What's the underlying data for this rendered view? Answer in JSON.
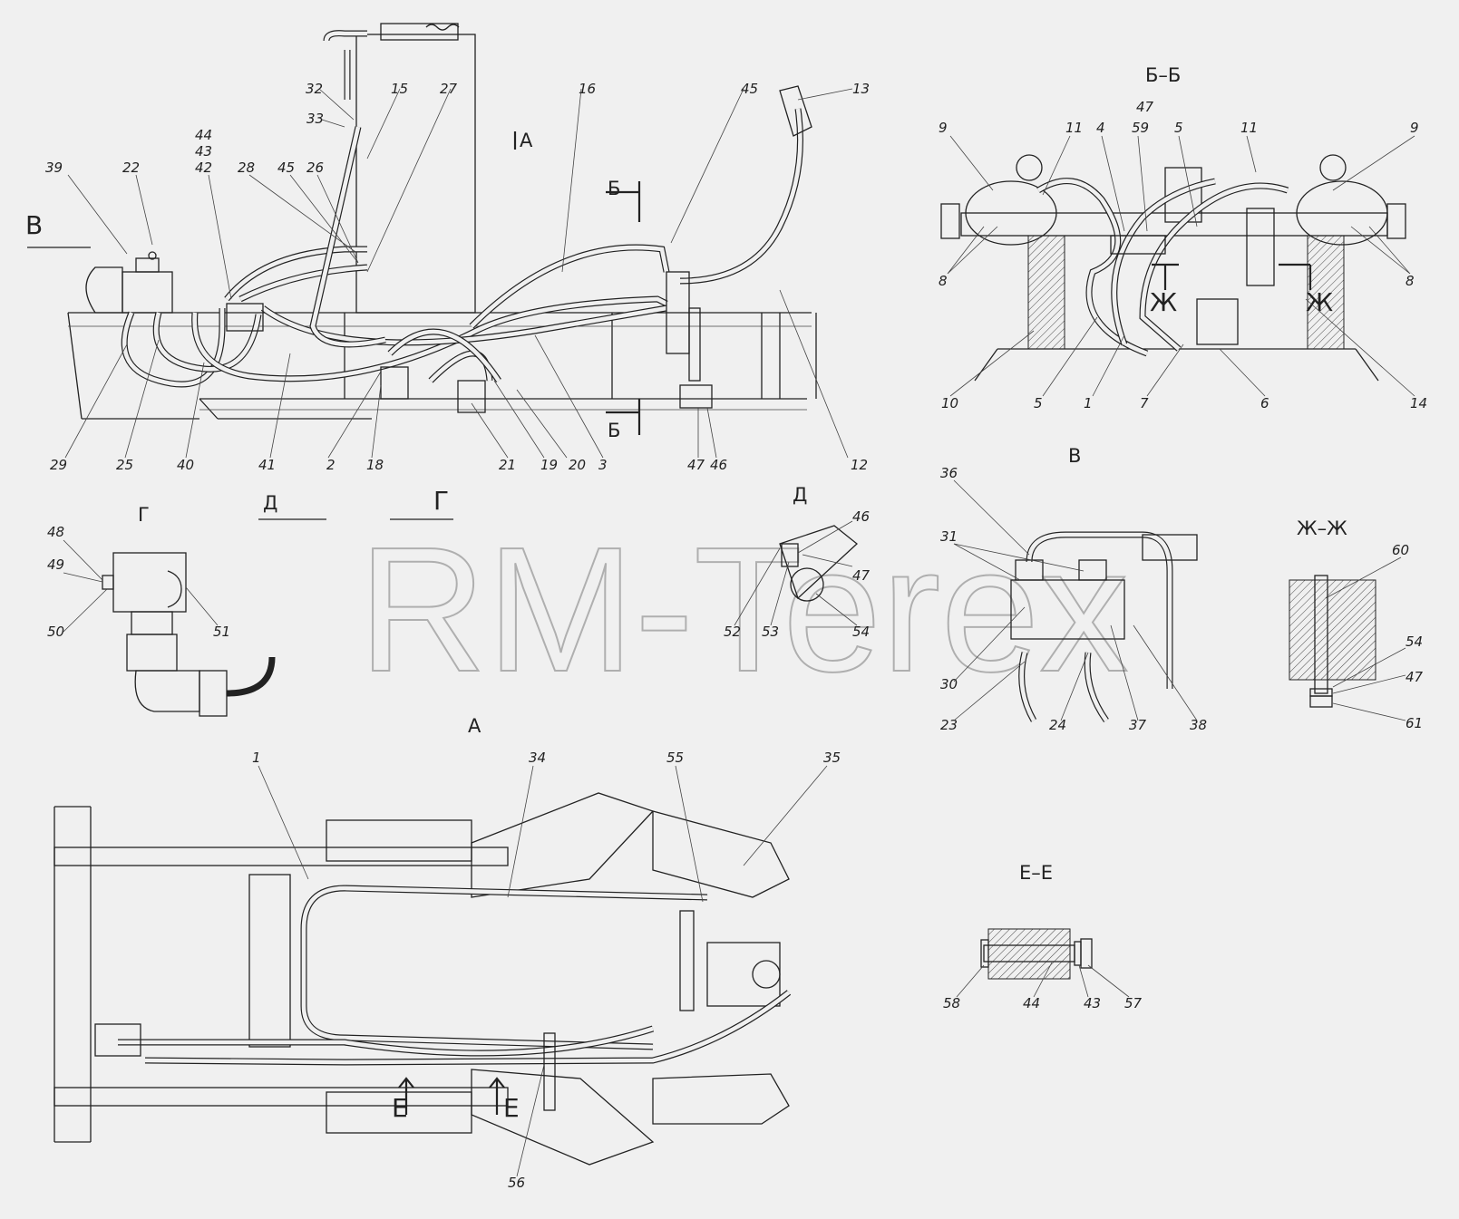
{
  "watermark": "RM-Terex",
  "views": {
    "main_title_left": "В",
    "section_bb": "Б–Б",
    "view_v": "В",
    "view_g": "Г",
    "view_d": "Д",
    "section_zhzh": "Ж–Ж",
    "view_a": "А",
    "section_ee": "Е–Е",
    "arrow_a": "А",
    "arrow_b_top": "Б",
    "arrow_b_bottom": "Б",
    "cut_g": "Г",
    "cut_d": "Д",
    "zh_left": "Ж",
    "zh_right": "Ж",
    "e_left": "Е",
    "e_right": "Е"
  },
  "callouts": {
    "main": [
      "32",
      "15",
      "27",
      "33",
      "44",
      "43",
      "42",
      "39",
      "22",
      "28",
      "45",
      "26",
      "16",
      "45",
      "13",
      "29",
      "25",
      "40",
      "41",
      "2",
      "18",
      "21",
      "19",
      "20",
      "3",
      "47",
      "46",
      "12"
    ],
    "bb": [
      "47",
      "9",
      "11",
      "4",
      "59",
      "5",
      "11",
      "9",
      "8",
      "8",
      "10",
      "5",
      "1",
      "7",
      "6",
      "14"
    ],
    "g": [
      "48",
      "49",
      "50",
      "51"
    ],
    "d": [
      "46",
      "47",
      "52",
      "53",
      "54"
    ],
    "v": [
      "36",
      "31",
      "30",
      "23",
      "24",
      "37",
      "38"
    ],
    "zhzh": [
      "60",
      "54",
      "47",
      "61"
    ],
    "a": [
      "1",
      "34",
      "55",
      "35",
      "56"
    ],
    "ee": [
      "58",
      "44",
      "43",
      "57"
    ]
  }
}
